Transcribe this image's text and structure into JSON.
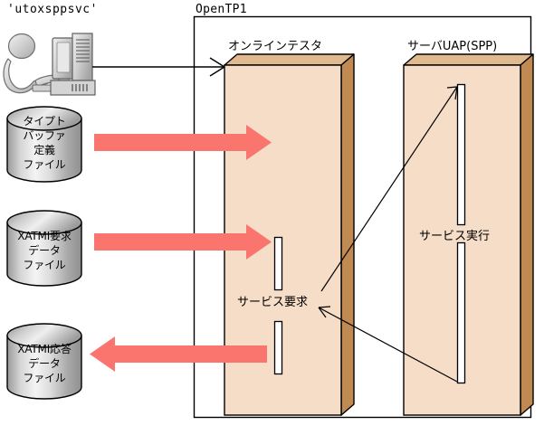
{
  "diagram": {
    "title_client": "'utoxsppsvc'",
    "frame_label": "OpenTP1",
    "boxes": [
      {
        "id": "online-tester",
        "label": "オンラインテスタ"
      },
      {
        "id": "server-uap",
        "label": "サーバUAP(SPP)"
      }
    ],
    "inner_labels": {
      "service_request": "サービス要求",
      "service_execute": "サービス実行"
    },
    "cylinders": [
      {
        "id": "typed-buffer-def-file",
        "lines": [
          "タイプト",
          "バッファ",
          "定義",
          "ファイル"
        ],
        "arrow_direction": "right"
      },
      {
        "id": "xatmi-request-data-file",
        "lines": [
          "XATMI要求",
          "データ",
          "ファイル"
        ],
        "arrow_direction": "right"
      },
      {
        "id": "xatmi-response-data-file",
        "lines": [
          "XATMI応答",
          "データ",
          "ファイル"
        ],
        "arrow_direction": "left"
      }
    ],
    "colors": {
      "box_front": "#F5DDC8",
      "box_top": "#E0B98F",
      "box_side": "#C08A52",
      "arrow": "#F9756E",
      "cylinder_light": "#F2F2F2",
      "cylinder_dark": "#8A8A8A",
      "outline": "#000000",
      "figure": "#BFBFBF"
    }
  }
}
